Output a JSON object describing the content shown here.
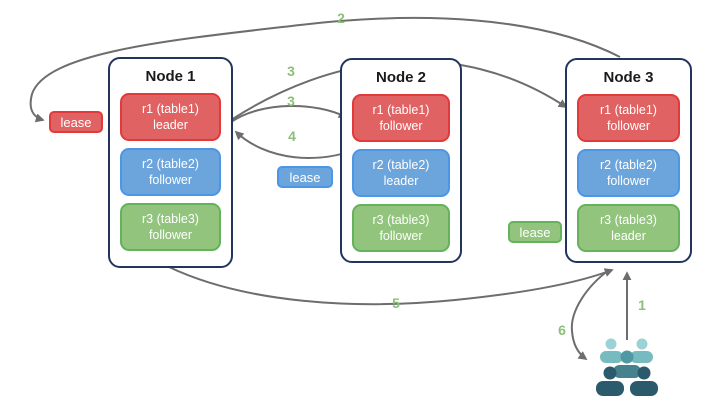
{
  "background": "#ffffff",
  "diagram": {
    "nodes": [
      {
        "title": "Node 1",
        "replicas": [
          {
            "name": "r1 (table1)",
            "role": "leader",
            "color": "red"
          },
          {
            "name": "r2 (table2)",
            "role": "follower",
            "color": "blue"
          },
          {
            "name": "r3 (table3)",
            "role": "follower",
            "color": "green"
          }
        ]
      },
      {
        "title": "Node 2",
        "replicas": [
          {
            "name": "r1 (table1)",
            "role": "follower",
            "color": "red"
          },
          {
            "name": "r2 (table2)",
            "role": "leader",
            "color": "blue"
          },
          {
            "name": "r3 (table3)",
            "role": "follower",
            "color": "green"
          }
        ]
      },
      {
        "title": "Node 3",
        "replicas": [
          {
            "name": "r1 (table1)",
            "role": "follower",
            "color": "red"
          },
          {
            "name": "r2 (table2)",
            "role": "follower",
            "color": "blue"
          },
          {
            "name": "r3 (table3)",
            "role": "leader",
            "color": "green"
          }
        ]
      }
    ],
    "leases": [
      {
        "label": "lease",
        "color": "red"
      },
      {
        "label": "lease",
        "color": "blue"
      },
      {
        "label": "lease",
        "color": "green"
      }
    ],
    "arrows": [
      {
        "label": "1",
        "from": "users",
        "to": "Node 3 bottom"
      },
      {
        "label": "2",
        "from": "Node 3 top",
        "to": "red lease"
      },
      {
        "label": "3",
        "from": "Node 1 r1 leader",
        "to": "Node 3 r1 follower"
      },
      {
        "label": "3",
        "from": "Node 1 r1 leader",
        "to": "Node 2 r1 follower"
      },
      {
        "label": "4",
        "from": "Node 2 r1 follower",
        "to": "Node 1 r1 leader"
      },
      {
        "label": "5",
        "from": "Node 1 bottom",
        "to": "Node 3 bottom"
      },
      {
        "label": "6",
        "from": "Node 3 bottom",
        "to": "users"
      }
    ],
    "icons": {
      "users": "users-group-icon"
    },
    "colors": {
      "red_fill": "#e06262",
      "red_stroke": "#e03a3a",
      "blue_fill": "#6ca4dc",
      "blue_stroke": "#4c96e6",
      "green_fill": "#92c47e",
      "green_stroke": "#64b25b",
      "node_border": "#22365c",
      "arrow": "#6d6d6d",
      "step_label": "#8bbf78",
      "users_light_head": "#9cd2d5",
      "users_light_body": "#77babf",
      "users_mid_head": "#4f99a4",
      "users_mid_body": "#45828e",
      "users_dark": "#2b5a6c"
    }
  }
}
